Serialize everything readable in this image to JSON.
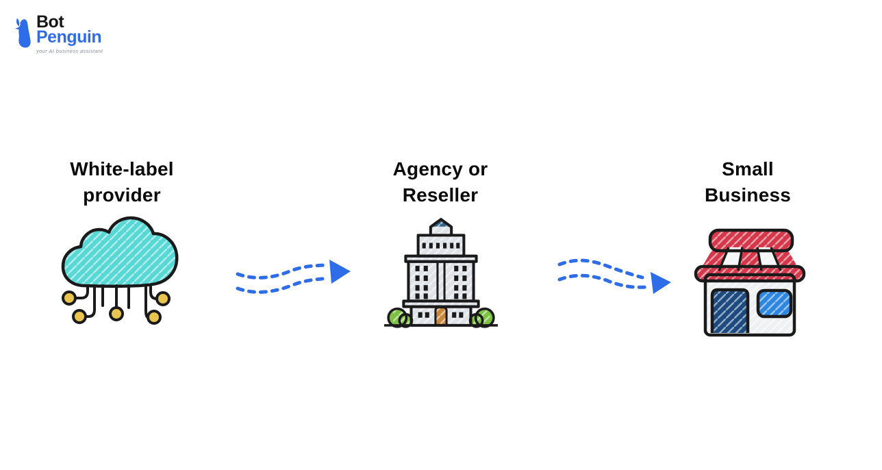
{
  "logo": {
    "brand_top": "Bot",
    "brand_bottom": "Penguin",
    "tagline": "your AI business assistant",
    "colors": {
      "brand_blue": "#2f6ce8",
      "brand_black": "#161616",
      "tagline_gray": "#8a8f96"
    }
  },
  "diagram": {
    "nodes": [
      {
        "id": "white-label-provider",
        "lines": [
          "White-label",
          "provider"
        ],
        "icon": "cloud-network-icon"
      },
      {
        "id": "agency-or-reseller",
        "lines": [
          "Agency or",
          "Reseller"
        ],
        "icon": "office-building-icon"
      },
      {
        "id": "small-business",
        "lines": [
          "Small",
          "Business"
        ],
        "icon": "storefront-icon"
      }
    ],
    "connectors": [
      {
        "from": "white-label-provider",
        "to": "agency-or-reseller",
        "style": "dashed-wavy-arrow-right"
      },
      {
        "from": "agency-or-reseller",
        "to": "small-business",
        "style": "dashed-wavy-arrow-right"
      }
    ],
    "colors": {
      "label_text": "#0b0b0b",
      "arrow_blue": "#2f6ce8",
      "outline_black": "#1a1a1a",
      "cloud_teal": "#57d8d5",
      "node_yellow": "#e9c44f",
      "building_gray": "#dfe3e8",
      "roof_blue": "#33658a",
      "door_brown": "#c9873c",
      "bush_green": "#7cc142",
      "awning_red": "#d5374b",
      "awning_white": "#f3f5f6",
      "store_body": "#eef0f2",
      "store_door_navy": "#1d4b7f",
      "store_window_blue": "#2d86e0"
    }
  }
}
